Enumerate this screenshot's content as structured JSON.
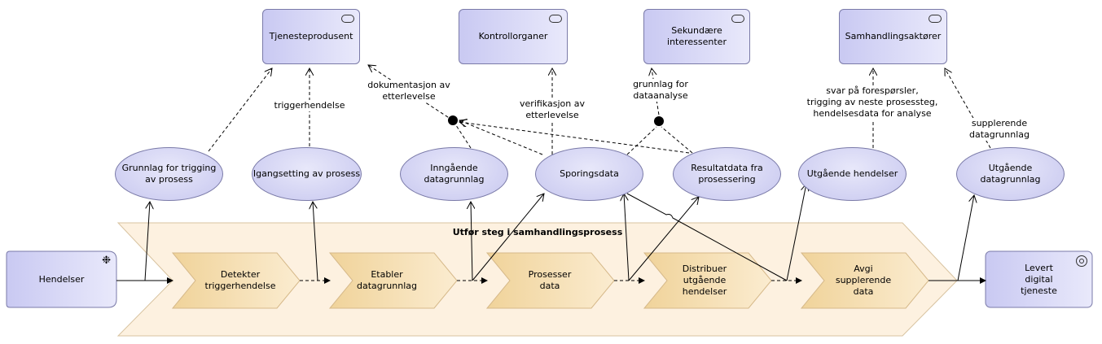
{
  "diagram": {
    "group_title": "Utfør steg i samhandlingsprosess",
    "roles": {
      "tjenesteprodusent": "Tjenesteprodusent",
      "kontrollorganer": "Kontrollorganer",
      "sekundaere": "Sekundære\ninteressenter",
      "samhandlingsaktorer": "Samhandlingsaktører"
    },
    "objects": {
      "grunnlag_trigging": "Grunnlag for trigging\nav prosess",
      "igangsetting": "Igangsetting av prosess",
      "inngaaende": "Inngående\ndatagrunnlag",
      "sporingsdata": "Sporingsdata",
      "resultatdata": "Resultatdata fra\nprosessering",
      "utgaaende_hendelser": "Utgående hendelser",
      "utgaaende_datagrunnlag": "Utgående\ndatagrunnlag"
    },
    "steps": {
      "detekter": "Detekter\ntriggerhendelse",
      "etabler": "Etabler\ndatagrunnlag",
      "prosesser": "Prosesser\ndata",
      "distribuer": "Distribuer\nutgående\nhendelser",
      "avgi": "Avgi\nsupplerende\ndata"
    },
    "event": "Hendelser",
    "outcome": "Levert\ndigital\ntjeneste",
    "edge_labels": {
      "triggerhendelse": "triggerhendelse",
      "dokumentasjon": "dokumentasjon av\netterlevelse",
      "verifikasjon": "verifikasjon av\netterlevelse",
      "grunnlag_dataanalyse": "grunnlag for\ndataanalyse",
      "svar": "svar på forespørsler,\ntrigging av neste prosessteg,\nhendelsesdata for analyse",
      "supplerende": "supplerende\ndatagrunnlag"
    },
    "colors": {
      "role_fill": "#d8d8f6",
      "process_fill": "#f5deb0",
      "group_fill": "#fdf1e0",
      "line": "#000000"
    },
    "icons": {
      "role": "role-icon",
      "event": "event-icon",
      "outcome": "outcome-target-icon"
    }
  }
}
